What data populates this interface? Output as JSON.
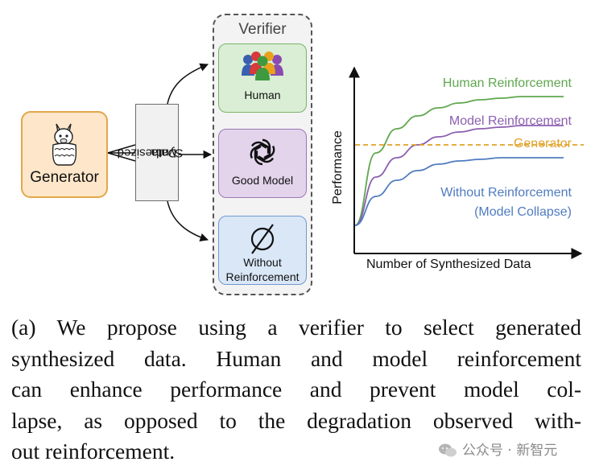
{
  "diagram": {
    "generator_label": "Generator",
    "synthesized_label_line1": "Synthesized",
    "synthesized_label_line2": "Data",
    "verifier_title": "Verifier",
    "verifiers": [
      {
        "label": "Human",
        "icon": "people-icon"
      },
      {
        "label": "Good Model",
        "icon": "openai-knot-icon"
      },
      {
        "label_line1": "Without",
        "label_line2": "Reinforcement",
        "icon": "empty-set-icon"
      }
    ]
  },
  "chart_data": {
    "type": "line",
    "xlabel": "Number of Synthesized Data",
    "ylabel": "Performance",
    "grid": false,
    "x": [
      0,
      0.1,
      0.2,
      0.3,
      0.4,
      0.5,
      0.6,
      0.7,
      0.8,
      0.9,
      1.0
    ],
    "xlim": [
      0,
      1
    ],
    "ylim": [
      0,
      1
    ],
    "series": [
      {
        "name": "Human Reinforcement",
        "color": "#5fa84e",
        "values": [
          0.1,
          0.55,
          0.7,
          0.78,
          0.83,
          0.86,
          0.88,
          0.89,
          0.9,
          0.9,
          0.9
        ]
      },
      {
        "name": "Model Reinforcement",
        "color": "#8c5fb0",
        "values": [
          0.1,
          0.4,
          0.52,
          0.6,
          0.65,
          0.68,
          0.7,
          0.71,
          0.72,
          0.72,
          0.72
        ]
      },
      {
        "name": "Without Reinforcement",
        "name_line2": "(Model Collapse)",
        "color": "#4f7cc0",
        "values": [
          0.1,
          0.28,
          0.38,
          0.44,
          0.48,
          0.5,
          0.51,
          0.52,
          0.52,
          0.52,
          0.52
        ]
      },
      {
        "name": "Generator",
        "color": "#e0a22a",
        "dashed": true,
        "values": [
          0.6,
          0.6,
          0.6,
          0.6,
          0.6,
          0.6,
          0.6,
          0.6,
          0.6,
          0.6,
          0.6
        ]
      }
    ]
  },
  "caption": {
    "text": "(a) We propose using a verifier to select generated synthesized data. Human and model reinforcement can enhance performance and prevent model collapse, as opposed to the degradation observed without reinforcement.",
    "line1": "(a) We propose using a verifier to select generated",
    "line2": "synthesized data. Human and model reinforcement",
    "line3": "can enhance performance and prevent model col-",
    "line4": "lapse, as opposed to the degradation observed with-",
    "line5": "out reinforcement."
  },
  "watermark": "公众号 · 新智元"
}
